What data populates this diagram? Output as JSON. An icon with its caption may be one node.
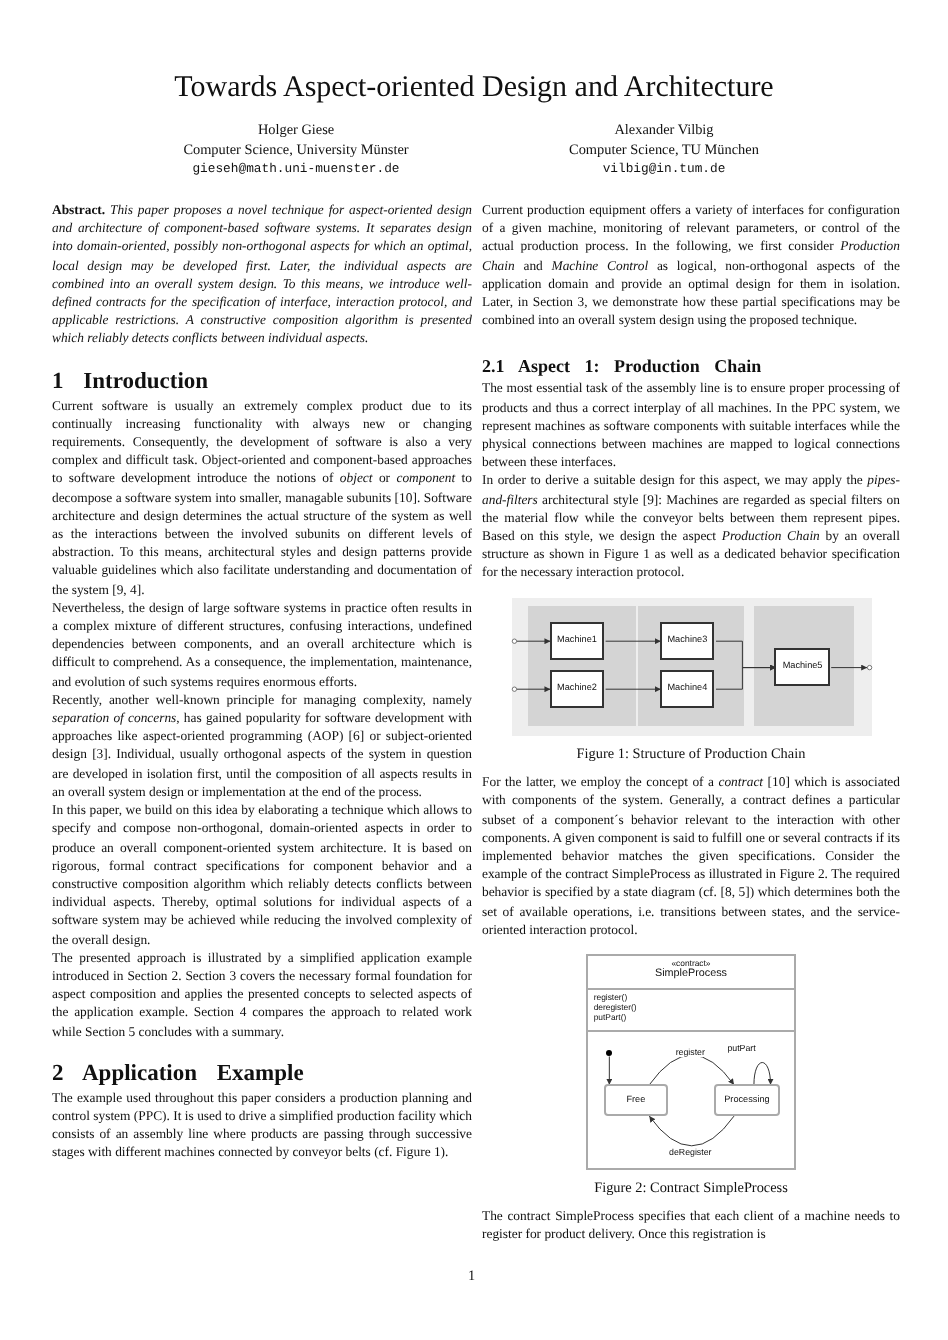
{
  "diagram": {
    "title": "Towards Aspect-oriented Design and Architecture",
    "nodes": [
      {
        "text": [],
        "shape": "box"
      },
      {
        "text": [],
        "shape": "box",
        "in": 0
      },
      {
        "text": [],
        "shape": "box",
        "in": 0
      },
      {
        "text": [],
        "shape": "box",
        "in": 0
      },
      {
        "text": [
          "Machine1"
        ],
        "in": 1
      },
      {
        "text": [
          "Machine2"
        ],
        "in": 1
      },
      {
        "text": [
          "Machine3"
        ],
        "in": 2
      },
      {
        "text": [
          "Machine4"
        ],
        "in": 2
      },
      {
        "text": [
          "Machine5"
        ],
        "in": 3
      },
      {
        "text": [
          "«contract»",
          "SimpleProcess",
          "register()",
          "deregister()",
          "putPart()"
        ]
      },
      {
        "text": [],
        "shape": "circle",
        "in": 9
      },
      {
        "text": [
          "Free"
        ],
        "in": 9
      },
      {
        "text": [
          "Processing"
        ],
        "in": 9
      }
    ],
    "edges": [
      {
        "from": null,
        "to": 4,
        "arrow": "to"
      },
      {
        "from": null,
        "to": 5,
        "arrow": "to"
      },
      {
        "from": 4,
        "to": 6,
        "arrow": "to"
      },
      {
        "from": 5,
        "to": 7,
        "arrow": "to"
      },
      {
        "from": 6,
        "to": 8,
        "arrow": "to"
      },
      {
        "from": 7,
        "to": 8,
        "arrow": "to"
      },
      {
        "from": 8,
        "to": null,
        "arrow": "to"
      },
      {
        "from": 10,
        "to": 11,
        "arrow": "to"
      },
      {
        "from": 11,
        "to": 12,
        "arrow": "to",
        "label": "register"
      },
      {
        "from": 12,
        "to": 12,
        "arrow": "to",
        "label": "putPart"
      },
      {
        "from": 12,
        "to": 11,
        "arrow": "to",
        "label": "deRegister"
      }
    ],
    "labels": [
      "Holger Giese",
      "Computer Science, University Münster",
      "gieseh@math.uni-muenster.de",
      "Alexander Vilbig",
      "Computer Science, TU München",
      "vilbig@in.tum.de",
      "**Abstract.** *This paper proposes a novel technique for aspect-oriented design and architecture of component-based software systems. It separates design into domain-oriented, possibly non-orthogonal aspects for which an optimal, local design may be developed first. Later, the individual aspects are combined into an overall system design. To this means, we introduce well-defined contracts for the specification of interface, interaction protocol, and applicable restrictions. A constructive composition algorithm is presented which reliably detects conflicts between individual aspects.*",
      "1 Introduction",
      "Current software is usually an extremely complex product due to its continually increasing functionality with always new or changing requirements. Consequently, the development of software is also a very complex and difficult task. Object-oriented and component-based approaches to software development introduce the notions of *object* or *component* to decompose a software system into smaller, managable subunits [10]. Software architecture and design determines the actual structure of the system as well as the interactions between the involved subunits on different levels of abstraction. To this means, architectural styles and design patterns provide valuable guidelines which also facilitate understanding and documentation of the system [9, 4].",
      "Nevertheless, the design of large software systems in practice often results in a complex mixture of different structures, confusing interactions, undefined dependencies between components, and an overall architecture which is difficult to comprehend. As a consequence, the implementation, maintenance, and evolution of such systems requires enormous efforts.",
      "Recently, another well-known principle for managing complexity, namely *separation of concerns*, has gained popularity for software development with approaches like aspect-oriented programming (AOP) [6] or subject-oriented design [3]. Individual, usually orthogonal aspects of the system in question are developed in isolation first, until the composition of all aspects results in an overall system design or implementation at the end of the process.",
      "In this paper, we build on this idea by elaborating a technique which allows to specify and compose non-orthogonal, domain-oriented aspects in order to produce an overall component-oriented system architecture. It is based on rigorous, formal contract specifications for component behavior and a constructive composition algorithm which reliably detects conflicts between individual aspects. Thereby, optimal solutions for individual aspects of a software system may be achieved while reducing the involved complexity of the overall design.",
      "The presented approach is illustrated by a simplified application example introduced in Section 2. Section 3 covers the necessary formal foundation for aspect composition and applies the presented concepts to selected aspects of the application example. Section 4 compares the approach to related work while Section 5 concludes with a summary.",
      "2 Application Example",
      "The example used throughout this paper considers a production planning and control system (PPC). It is used to drive a simplified production facility which consists of an assembly line where products are passing through successive stages with different machines connected by conveyor belts (cf. Figure 1).",
      "Current production equipment offers a variety of interfaces for configuration of a given machine, monitoring of relevant parameters, or control of the actual production process. In the following, we first consider *Production Chain* and *Machine Control* as logical, non-orthogonal aspects of the application domain and provide an optimal design for them in isolation. Later, in Section 3, we demonstrate how these partial specifications may be combined into an overall system design using the proposed technique.",
      "2.1 Aspect 1: Production Chain",
      "The most essential task of the assembly line is to ensure proper processing of products and thus a correct interplay of all machines. In the PPC system, we represent machines as software components with suitable interfaces while the physical connections between machines are mapped to logical connections between these interfaces.",
      "In order to derive a suitable design for this aspect, we may apply the *pipes-and-filters* architectural style [9]: Machines are regarded as special filters on the material flow while the conveyor belts between them represent pipes. Based on this style, we design the aspect *Production Chain* by an overall structure as shown in Figure 1 as well as a dedicated behavior specification for the necessary interaction protocol.",
      "Figure 1: Structure of Production Chain",
      "For the latter, we employ the concept of a *contract* [10] which is associated with components of the system. Generally, a contract defines a particular subset of a component´s behavior relevant to the interaction with other components. A given component is said to fulfill one or several contracts if its implemented behavior matches the given specifications. Consider the example of the contract SimpleProcess as illustrated in Figure 2. The required behavior is specified by a state diagram (cf. [8, 5]) which determines both the set of available operations, i.e. transitions between states, and the service-oriented interaction protocol.",
      "Figure 2: Contract SimpleProcess",
      "The contract SimpleProcess specifies that each client of a machine needs to register for product delivery. Once this registration is",
      "1"
    ]
  }
}
